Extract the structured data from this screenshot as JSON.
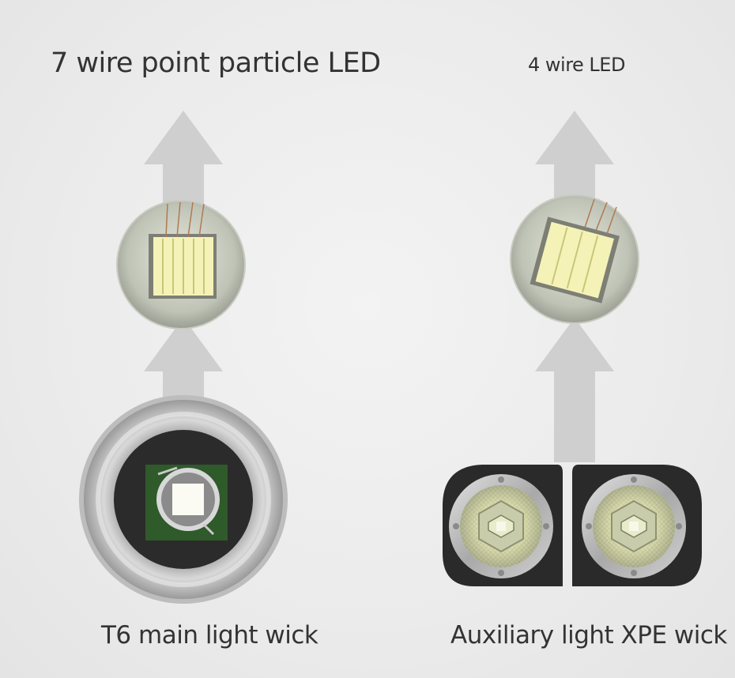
{
  "left": {
    "title": "7 wire point particle LED",
    "caption": "T6 main light wick"
  },
  "right": {
    "title": "4 wire LED",
    "caption": "Auxiliary light XPE wick"
  },
  "colors": {
    "background": "#ececec",
    "arrow": "#cfcfcf",
    "text": "#333333",
    "led_yellow": "#f3f2b0",
    "pcb_green": "#2f5a2a"
  }
}
